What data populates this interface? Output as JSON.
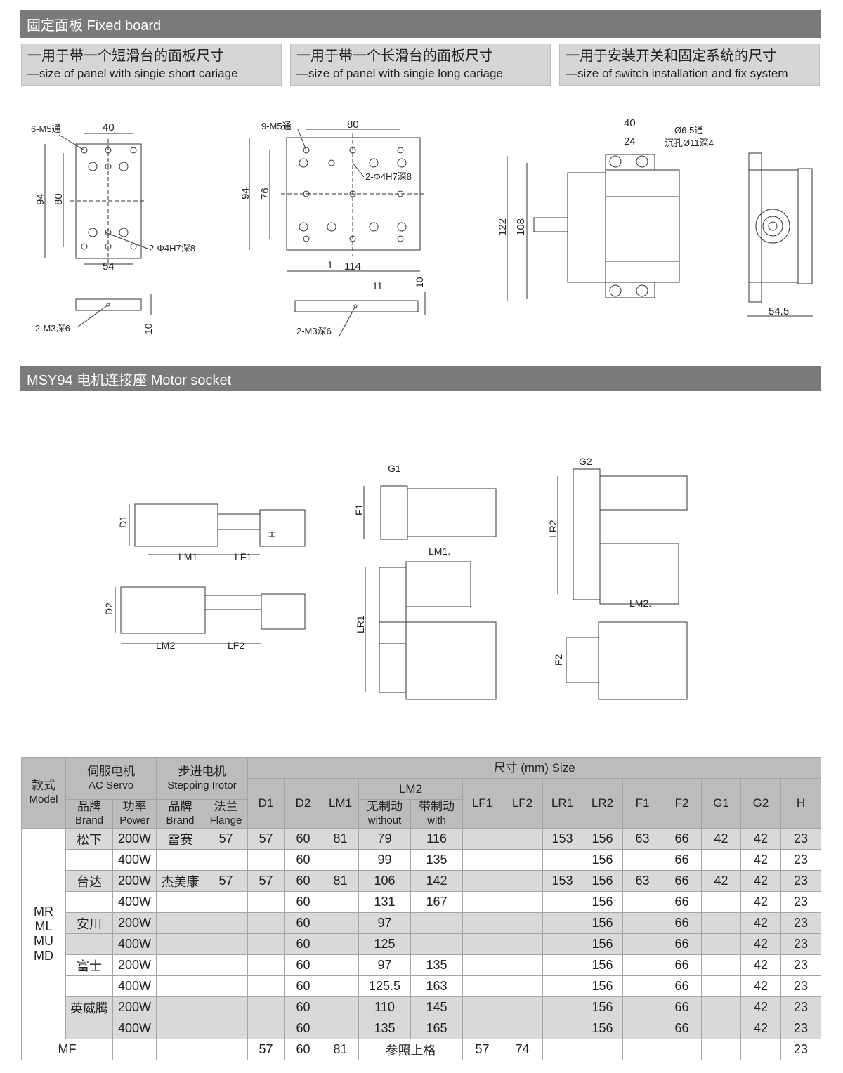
{
  "fixed_board": {
    "title": "固定面板 Fixed board",
    "panels": [
      {
        "zh": "一用于带一个短滑台的面板尺寸",
        "en": "—size of panel with singie short cariage"
      },
      {
        "zh": "一用于带一个长滑台的面板尺寸",
        "en": "—size of panel with singie long cariage"
      },
      {
        "zh": "一用于安装开关和固定系统的尺寸",
        "en": "—size of switch installation and fix system"
      }
    ],
    "short_panel": {
      "holes": "6-M5通",
      "w_top": "40",
      "h_outer": "94",
      "h_inner": "80",
      "w_bottom": "54",
      "pin": "2-Φ4H7深8",
      "side_holes": "2-M3深6",
      "thick": "10"
    },
    "long_panel": {
      "holes": "9-M5通",
      "w_top": "80",
      "h_outer": "94",
      "h_inner": "76",
      "pin": "2-Φ4H7深8",
      "w_bottom": "114",
      "step": "1",
      "side_holes": "2-M3深6",
      "side_w": "11",
      "thick": "10"
    },
    "switch_sys": {
      "w_top": "40",
      "w_inner": "24",
      "hole1": "Ø6.5通",
      "hole2": "沉孔Ø11深4",
      "h_outer": "122",
      "h_inner": "108",
      "depth": "54.5"
    }
  },
  "motor_socket": {
    "title": "MSY94 电机连接座 Motor socket",
    "labels": {
      "D1": "D1",
      "LM1": "LM1",
      "LF1": "LF1",
      "H": "H",
      "D2": "D2",
      "LM2": "LM2",
      "LF2": "LF2",
      "G1": "G1",
      "F1": "F1",
      "LM1b": "LM1.",
      "LR1": "LR1",
      "G2": "G2",
      "LR2": "LR2",
      "LM2b": "LM2.",
      "F2": "F2"
    }
  },
  "table": {
    "headers": {
      "model_zh": "款式",
      "model_en": "Model",
      "servo_zh": "伺服电机",
      "servo_en": "AC Servo",
      "step_zh": "步进电机",
      "step_en": "Stepping Irotor",
      "size": "尺寸 (mm) Size",
      "brand_zh": "品牌",
      "brand_en": "Brand",
      "power_zh": "功率",
      "power_en": "Power",
      "flange_zh": "法兰",
      "flange_en": "Flange",
      "lm2": "LM2",
      "without_zh": "无制动",
      "without_en": "without",
      "with_zh": "带制动",
      "with_en": "with",
      "cols": [
        "D1",
        "D2",
        "LM1",
        "LF1",
        "LF2",
        "LR1",
        "LR2",
        "F1",
        "F2",
        "G1",
        "G2",
        "H"
      ]
    },
    "model_main": [
      "MR",
      "ML",
      "MU",
      "MD"
    ],
    "rows": [
      {
        "brand": "松下",
        "power": "200W",
        "sbrand": "雷赛",
        "flange": "57",
        "d1": "57",
        "d2": "60",
        "lm1": "81",
        "without": "79",
        "with": "116",
        "lf1": "",
        "lf2": "",
        "lr1": "153",
        "lr2": "156",
        "f1": "63",
        "f2": "66",
        "g1": "42",
        "g2": "42",
        "h": "23"
      },
      {
        "brand": "",
        "power": "400W",
        "sbrand": "",
        "flange": "",
        "d1": "",
        "d2": "60",
        "lm1": "",
        "without": "99",
        "with": "135",
        "lf1": "",
        "lf2": "",
        "lr1": "",
        "lr2": "156",
        "f1": "",
        "f2": "66",
        "g1": "",
        "g2": "42",
        "h": "23"
      },
      {
        "brand": "台达",
        "power": "200W",
        "sbrand": "杰美康",
        "flange": "57",
        "d1": "57",
        "d2": "60",
        "lm1": "81",
        "without": "106",
        "with": "142",
        "lf1": "",
        "lf2": "",
        "lr1": "153",
        "lr2": "156",
        "f1": "63",
        "f2": "66",
        "g1": "42",
        "g2": "42",
        "h": "23"
      },
      {
        "brand": "",
        "power": "400W",
        "sbrand": "",
        "flange": "",
        "d1": "",
        "d2": "60",
        "lm1": "",
        "without": "131",
        "with": "167",
        "lf1": "",
        "lf2": "",
        "lr1": "",
        "lr2": "156",
        "f1": "",
        "f2": "66",
        "g1": "",
        "g2": "42",
        "h": "23"
      },
      {
        "brand": "安川",
        "power": "200W",
        "sbrand": "",
        "flange": "",
        "d1": "",
        "d2": "60",
        "lm1": "",
        "without": "97",
        "with": "",
        "lf1": "",
        "lf2": "",
        "lr1": "",
        "lr2": "156",
        "f1": "",
        "f2": "66",
        "g1": "",
        "g2": "42",
        "h": "23"
      },
      {
        "brand": "",
        "power": "400W",
        "sbrand": "",
        "flange": "",
        "d1": "",
        "d2": "60",
        "lm1": "",
        "without": "125",
        "with": "",
        "lf1": "",
        "lf2": "",
        "lr1": "",
        "lr2": "156",
        "f1": "",
        "f2": "66",
        "g1": "",
        "g2": "42",
        "h": "23"
      },
      {
        "brand": "富士",
        "power": "200W",
        "sbrand": "",
        "flange": "",
        "d1": "",
        "d2": "60",
        "lm1": "",
        "without": "97",
        "with": "135",
        "lf1": "",
        "lf2": "",
        "lr1": "",
        "lr2": "156",
        "f1": "",
        "f2": "66",
        "g1": "",
        "g2": "42",
        "h": "23"
      },
      {
        "brand": "",
        "power": "400W",
        "sbrand": "",
        "flange": "",
        "d1": "",
        "d2": "60",
        "lm1": "",
        "without": "125.5",
        "with": "163",
        "lf1": "",
        "lf2": "",
        "lr1": "",
        "lr2": "156",
        "f1": "",
        "f2": "66",
        "g1": "",
        "g2": "42",
        "h": "23"
      },
      {
        "brand": "英威腾",
        "power": "200W",
        "sbrand": "",
        "flange": "",
        "d1": "",
        "d2": "60",
        "lm1": "",
        "without": "110",
        "with": "145",
        "lf1": "",
        "lf2": "",
        "lr1": "",
        "lr2": "156",
        "f1": "",
        "f2": "66",
        "g1": "",
        "g2": "42",
        "h": "23"
      },
      {
        "brand": "",
        "power": "400W",
        "sbrand": "",
        "flange": "",
        "d1": "",
        "d2": "60",
        "lm1": "",
        "without": "135",
        "with": "165",
        "lf1": "",
        "lf2": "",
        "lr1": "",
        "lr2": "156",
        "f1": "",
        "f2": "66",
        "g1": "",
        "g2": "42",
        "h": "23"
      }
    ],
    "mf": {
      "model": "MF",
      "d1": "57",
      "d2": "60",
      "lm1": "81",
      "ref": "参照上格",
      "lf1": "57",
      "lf2": "74",
      "h": "23"
    }
  }
}
